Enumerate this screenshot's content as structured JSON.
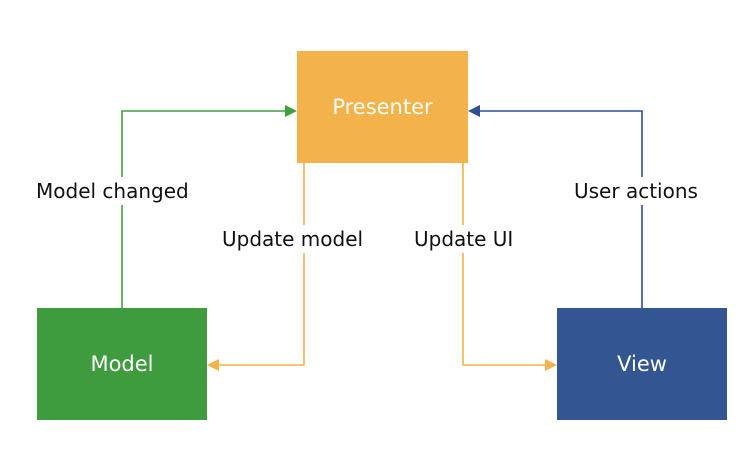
{
  "nodes": {
    "presenter": "Presenter",
    "model": "Model",
    "view": "View"
  },
  "edges": {
    "model_changed": "Model changed",
    "update_model": "Update model",
    "update_ui": "Update UI",
    "user_actions": "User actions"
  },
  "colors": {
    "presenter": "#f4b24a",
    "model": "#3e9b3e",
    "view": "#335592",
    "arrow_green": "#3fa03f",
    "arrow_orange": "#f4b24a",
    "arrow_blue": "#2f4f93"
  }
}
